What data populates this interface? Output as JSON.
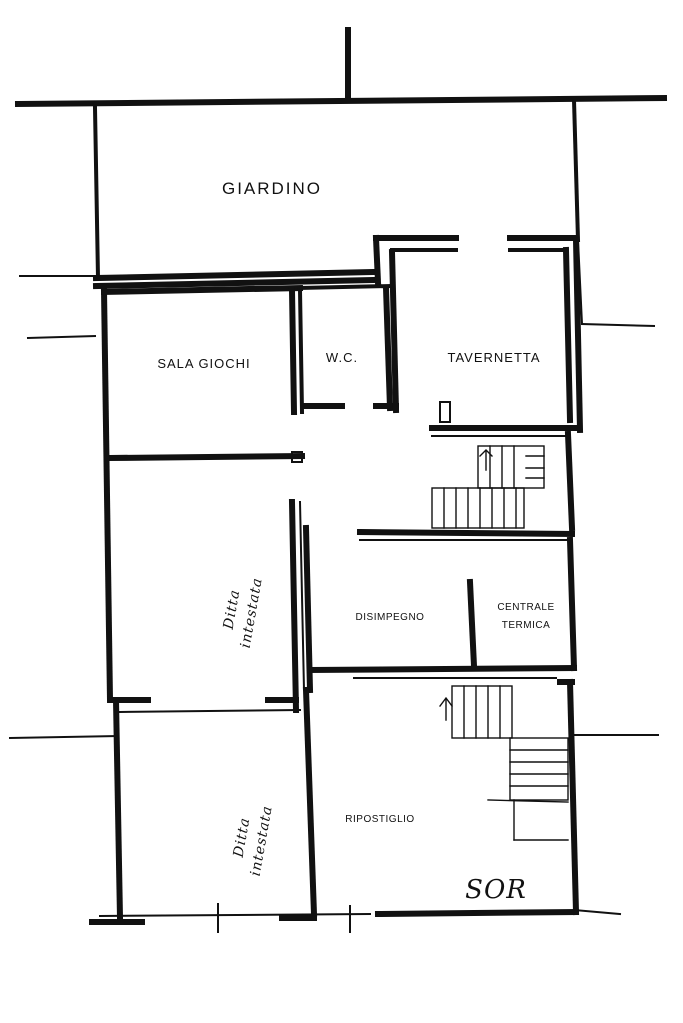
{
  "rooms": {
    "giardino": "GIARDINO",
    "sala_giochi": "SALA GIOCHI",
    "wc": "W.C.",
    "tavernetta": "TAVERNETTA",
    "disimpegno": "DISIMPEGNO",
    "centrale_line1": "CENTRALE",
    "centrale_line2": "TERMICA",
    "ripostiglio": "RIPOSTIGLIO"
  },
  "handwritten": {
    "ditta_1_line1": "Ditta",
    "ditta_1_line2": "intestata",
    "ditta_2_line1": "Ditta",
    "ditta_2_line2": "intestata",
    "north_mark": "SOR"
  }
}
